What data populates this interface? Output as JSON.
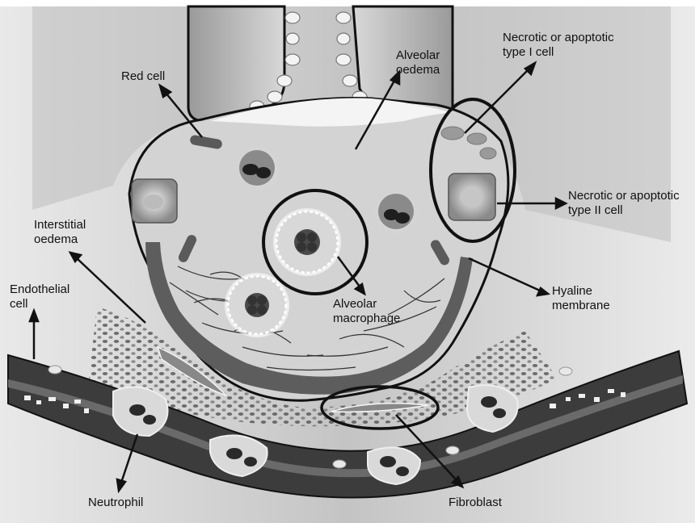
{
  "labels": {
    "red_cell": "Red cell",
    "alveolar_oedema_1": "Alveolar",
    "alveolar_oedema_2": "oedema",
    "necrotic_type1_1": "Necrotic or apoptotic",
    "necrotic_type1_2": "type I cell",
    "necrotic_type2_1": "Necrotic or apoptotic",
    "necrotic_type2_2": "type II cell",
    "interstitial_1": "Interstitial",
    "interstitial_2": "oedema",
    "endothelial_1": "Endothelial",
    "endothelial_2": "cell",
    "hyaline_1": "Hyaline",
    "hyaline_2": "membrane",
    "macrophage_1": "Alveolar",
    "macrophage_2": "macrophage",
    "neutrophil": "Neutrophil",
    "fibroblast": "Fibroblast"
  },
  "colors": {
    "background_gradient": "#c9c9c9",
    "alveolus_fill": "#d8d8d8",
    "hyaline_membrane": "#6a6a6a",
    "capillary": "#3f3f3f",
    "outline": "#111111"
  }
}
